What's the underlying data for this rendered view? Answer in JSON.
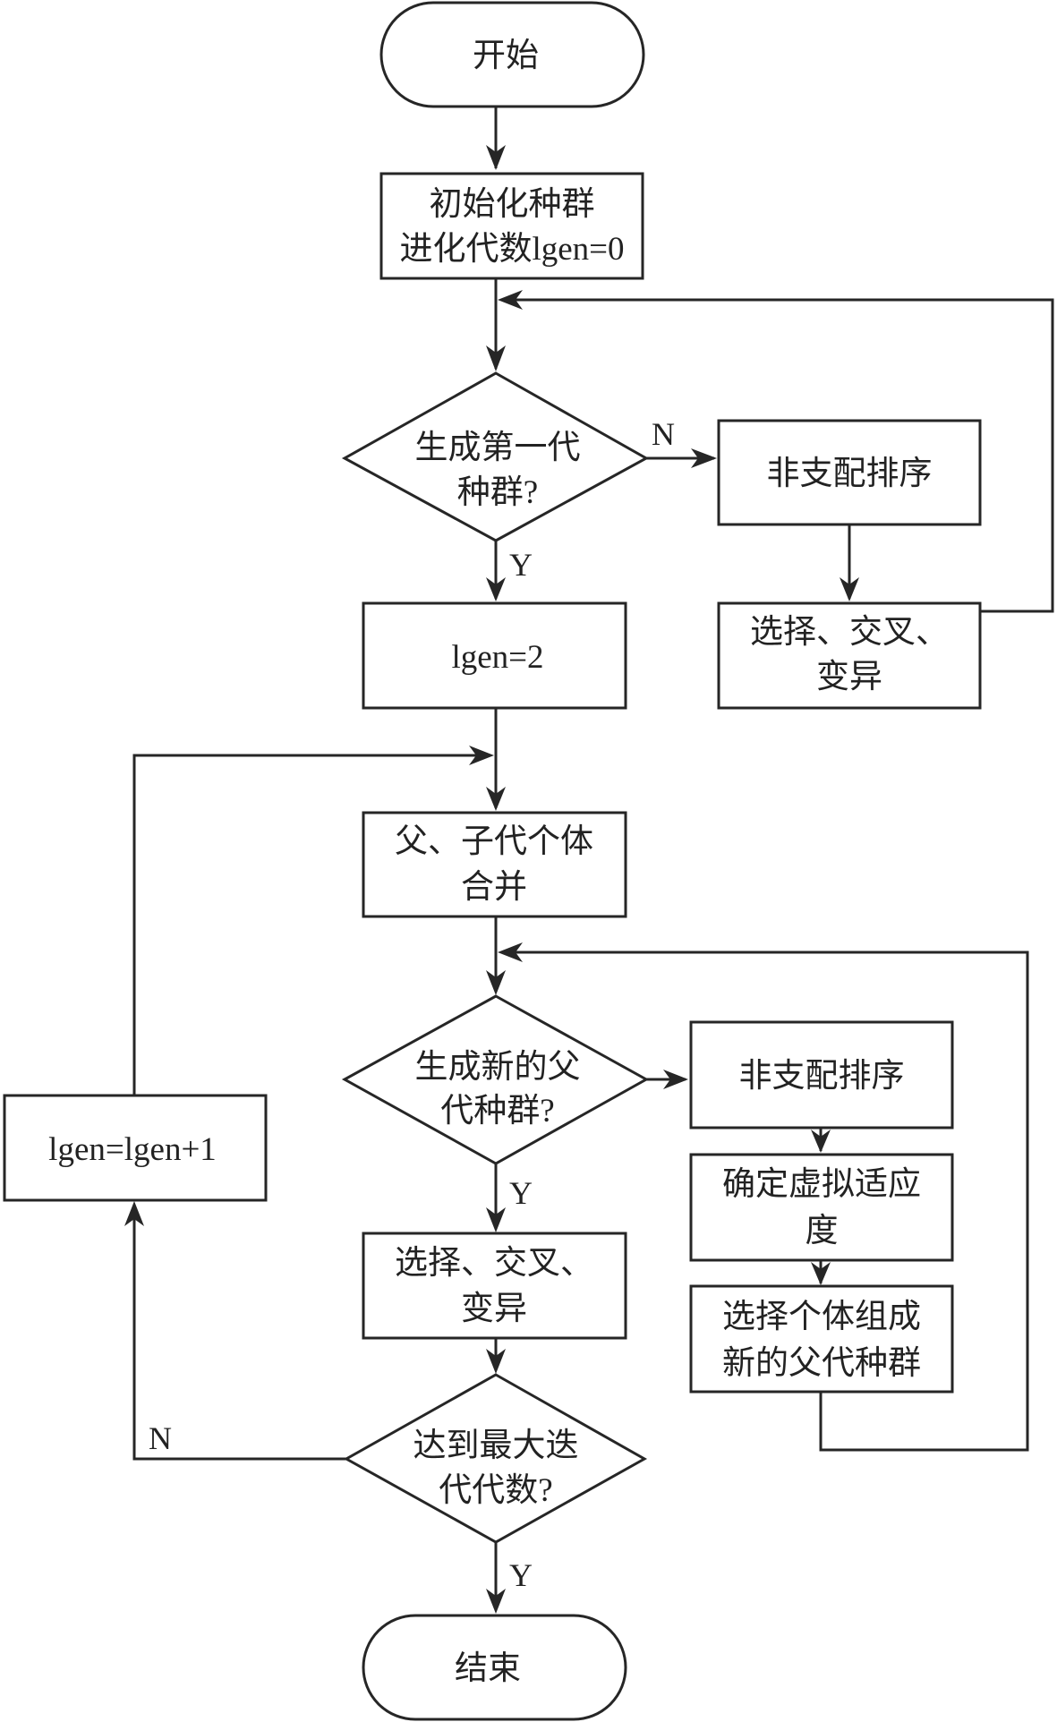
{
  "diagram": {
    "type": "flowchart",
    "title": "NSGA-II algorithm flow",
    "colors": {
      "stroke": "#262626",
      "text": "#222222",
      "background": "#ffffff"
    },
    "nodes": {
      "start": {
        "kind": "terminal",
        "lines": [
          "开始"
        ]
      },
      "init": {
        "kind": "process",
        "lines": [
          "初始化种群",
          "进化代数lgen=0"
        ]
      },
      "dec1": {
        "kind": "decision",
        "lines": [
          "生成第一代",
          "种群?"
        ]
      },
      "nds1": {
        "kind": "process",
        "lines": [
          "非支配排序"
        ]
      },
      "sel1": {
        "kind": "process",
        "lines": [
          "选择、交叉、",
          "变异"
        ]
      },
      "lgen2": {
        "kind": "process",
        "lines": [
          "lgen=2"
        ]
      },
      "merge": {
        "kind": "process",
        "lines": [
          "父、子代个体",
          "合并"
        ]
      },
      "dec2": {
        "kind": "decision",
        "lines": [
          "生成新的父",
          "代种群?"
        ]
      },
      "nds2": {
        "kind": "process",
        "lines": [
          "非支配排序"
        ]
      },
      "fitness": {
        "kind": "process",
        "lines": [
          "确定虚拟适应",
          "度"
        ]
      },
      "newparents": {
        "kind": "process",
        "lines": [
          "选择个体组成",
          "新的父代种群"
        ]
      },
      "sel2": {
        "kind": "process",
        "lines": [
          "选择、交叉、",
          "变异"
        ]
      },
      "dec3": {
        "kind": "decision",
        "lines": [
          "达到最大迭",
          "代代数?"
        ]
      },
      "incr": {
        "kind": "process",
        "lines": [
          "lgen=lgen+1"
        ]
      },
      "end": {
        "kind": "terminal",
        "lines": [
          "结束"
        ]
      }
    },
    "edges": [
      {
        "from": "start",
        "to": "init",
        "label": ""
      },
      {
        "from": "init",
        "to": "dec1",
        "label": ""
      },
      {
        "from": "dec1",
        "to": "nds1",
        "label": "N"
      },
      {
        "from": "nds1",
        "to": "sel1",
        "label": ""
      },
      {
        "from": "sel1",
        "to": "dec1",
        "label": ""
      },
      {
        "from": "dec1",
        "to": "lgen2",
        "label": "Y"
      },
      {
        "from": "lgen2",
        "to": "merge",
        "label": ""
      },
      {
        "from": "merge",
        "to": "dec2",
        "label": ""
      },
      {
        "from": "dec2",
        "to": "nds2",
        "label": ""
      },
      {
        "from": "nds2",
        "to": "fitness",
        "label": ""
      },
      {
        "from": "fitness",
        "to": "newparents",
        "label": ""
      },
      {
        "from": "newparents",
        "to": "dec2",
        "label": ""
      },
      {
        "from": "dec2",
        "to": "sel2",
        "label": "Y"
      },
      {
        "from": "sel2",
        "to": "dec3",
        "label": ""
      },
      {
        "from": "dec3",
        "to": "incr",
        "label": "N"
      },
      {
        "from": "incr",
        "to": "merge",
        "label": ""
      },
      {
        "from": "dec3",
        "to": "end",
        "label": "Y"
      }
    ],
    "labels": {
      "dec1_no": "N",
      "dec1_yes": "Y",
      "dec2_yes": "Y",
      "dec3_no": "N",
      "dec3_yes": "Y"
    }
  }
}
